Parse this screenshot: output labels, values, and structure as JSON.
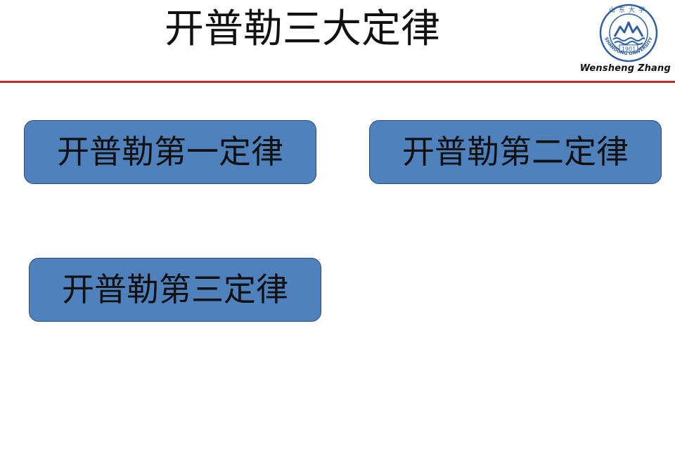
{
  "slide": {
    "title": "开普勒三大定律",
    "author": "Wensheng Zhang",
    "logo": {
      "icon": "shandong-university-logo",
      "ring_text": "SHANDONG UNIVERSITY",
      "year": "1901",
      "seal_text": "山东大学"
    },
    "divider_color": "#c0282e"
  },
  "laws": [
    {
      "label": "开普勒第一定律"
    },
    {
      "label": "开普勒第二定律"
    },
    {
      "label": "开普勒第三定律"
    }
  ],
  "colors": {
    "button_fill": "#4f81bd",
    "button_border": "#2b4a78",
    "logo_blue": "#2f5f9e"
  }
}
